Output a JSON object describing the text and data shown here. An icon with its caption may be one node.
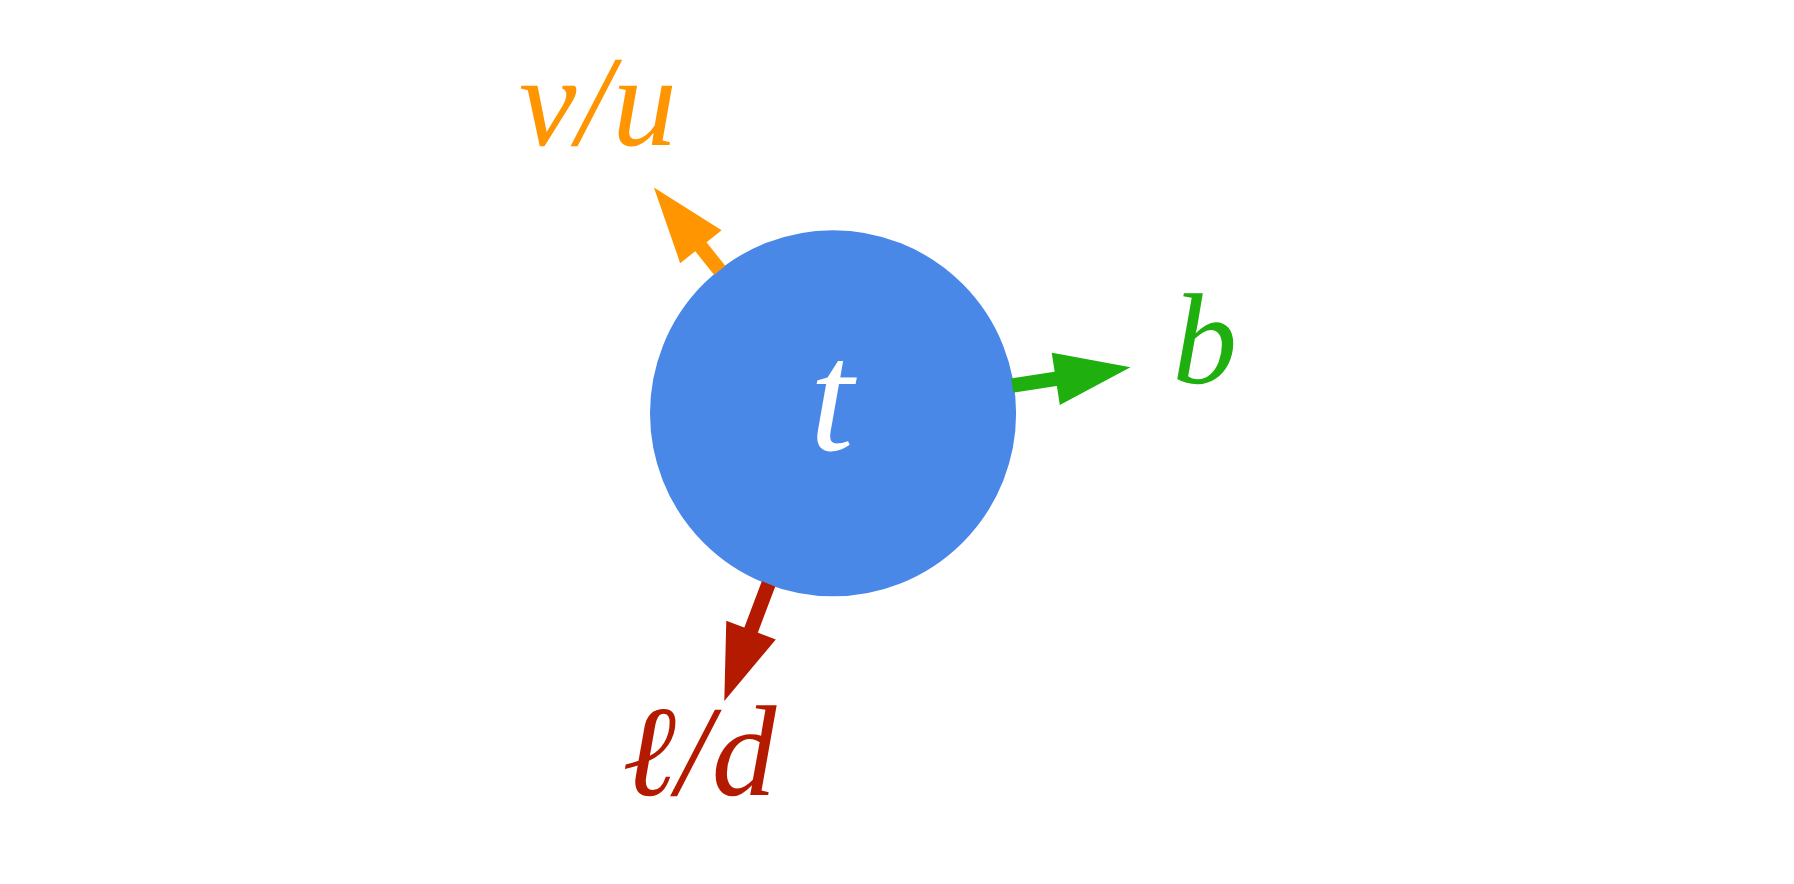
{
  "diagram": {
    "nodes": [
      {
        "text": [
          "t"
        ]
      },
      {
        "text": [
          "b"
        ]
      },
      {
        "text": [
          "ℓ/d"
        ]
      },
      {
        "text": [
          "ν/u"
        ]
      }
    ],
    "edges": [
      {
        "from": 0,
        "to": 1,
        "arrow": "to",
        "color": "#1fb00f"
      },
      {
        "from": 0,
        "to": 2,
        "arrow": "to",
        "color": "#b41a00"
      },
      {
        "from": 0,
        "to": 3,
        "arrow": "to",
        "color": "#ff9500"
      }
    ]
  }
}
